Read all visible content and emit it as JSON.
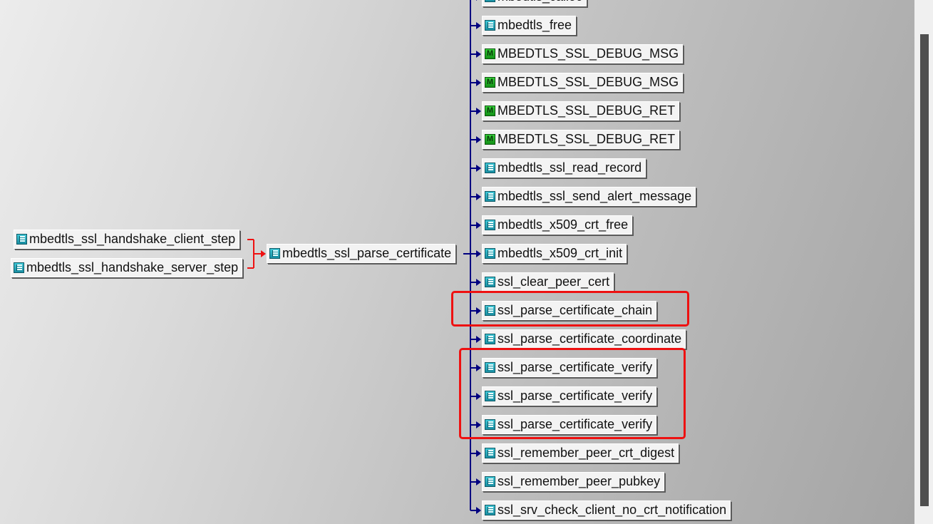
{
  "callers": [
    {
      "label": "mbedtls_ssl_handshake_client_step",
      "icon": "function-icon"
    },
    {
      "label": "mbedtls_ssl_handshake_server_step",
      "icon": "function-icon"
    }
  ],
  "center": {
    "label": "mbedtls_ssl_parse_certificate",
    "icon": "function-icon"
  },
  "callees": [
    {
      "label": "mbedtls_calloc",
      "icon": "function-icon"
    },
    {
      "label": "mbedtls_free",
      "icon": "function-icon"
    },
    {
      "label": "MBEDTLS_SSL_DEBUG_MSG",
      "icon": "macro-icon"
    },
    {
      "label": "MBEDTLS_SSL_DEBUG_MSG",
      "icon": "macro-icon"
    },
    {
      "label": "MBEDTLS_SSL_DEBUG_RET",
      "icon": "macro-icon"
    },
    {
      "label": "MBEDTLS_SSL_DEBUG_RET",
      "icon": "macro-icon"
    },
    {
      "label": "mbedtls_ssl_read_record",
      "icon": "function-icon"
    },
    {
      "label": "mbedtls_ssl_send_alert_message",
      "icon": "function-icon"
    },
    {
      "label": "mbedtls_x509_crt_free",
      "icon": "function-icon"
    },
    {
      "label": "mbedtls_x509_crt_init",
      "icon": "function-icon"
    },
    {
      "label": "ssl_clear_peer_cert",
      "icon": "function-icon"
    },
    {
      "label": "ssl_parse_certificate_chain",
      "icon": "function-icon"
    },
    {
      "label": "ssl_parse_certificate_coordinate",
      "icon": "function-icon"
    },
    {
      "label": "ssl_parse_certificate_verify",
      "icon": "function-icon"
    },
    {
      "label": "ssl_parse_certificate_verify",
      "icon": "function-icon"
    },
    {
      "label": "ssl_parse_certificate_verify",
      "icon": "function-icon"
    },
    {
      "label": "ssl_remember_peer_crt_digest",
      "icon": "function-icon"
    },
    {
      "label": "ssl_remember_peer_pubkey",
      "icon": "function-icon"
    },
    {
      "label": "ssl_srv_check_client_no_crt_notification",
      "icon": "function-icon"
    }
  ],
  "macro_icon_letter": "M",
  "colors": {
    "caller_link": "#ee1111",
    "callee_link": "#000080",
    "highlight": "#ee1111"
  }
}
